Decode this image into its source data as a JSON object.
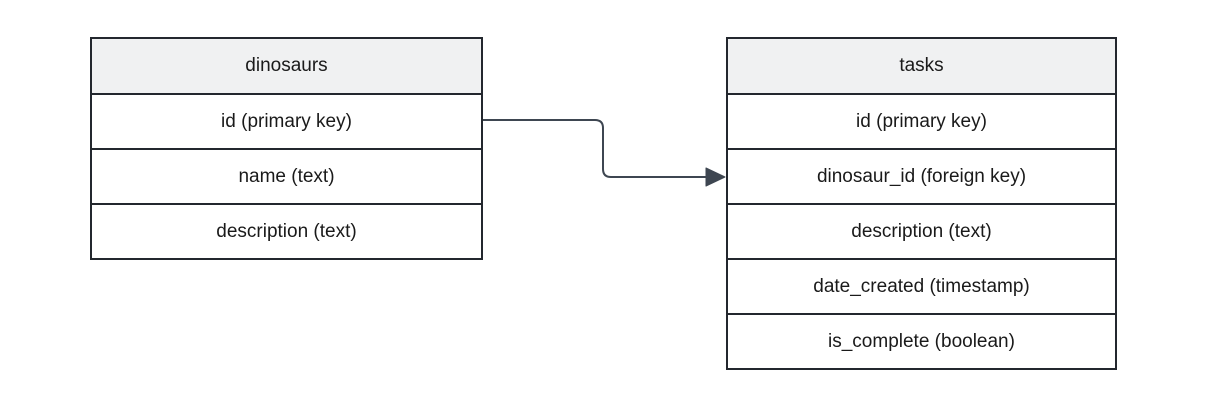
{
  "colors": {
    "canvas_bg": "#ffffff",
    "table_border": "#23272e",
    "header_fill": "#f0f1f2",
    "row_fill": "#ffffff",
    "text": "#1a1a1a",
    "connector": "#3e4651"
  },
  "tables": [
    {
      "title": "dinosaurs",
      "fields": [
        "id (primary key)",
        "name (text)",
        "description (text)"
      ]
    },
    {
      "title": "tasks",
      "fields": [
        "id (primary key)",
        "dinosaur_id (foreign key)",
        "description (text)",
        "date_created (timestamp)",
        "is_complete (boolean)"
      ]
    }
  ],
  "relationship": {
    "from_table": "dinosaurs",
    "from_field": "id (primary key)",
    "to_table": "tasks",
    "to_field": "dinosaur_id (foreign key)",
    "arrow_direction": "right"
  }
}
